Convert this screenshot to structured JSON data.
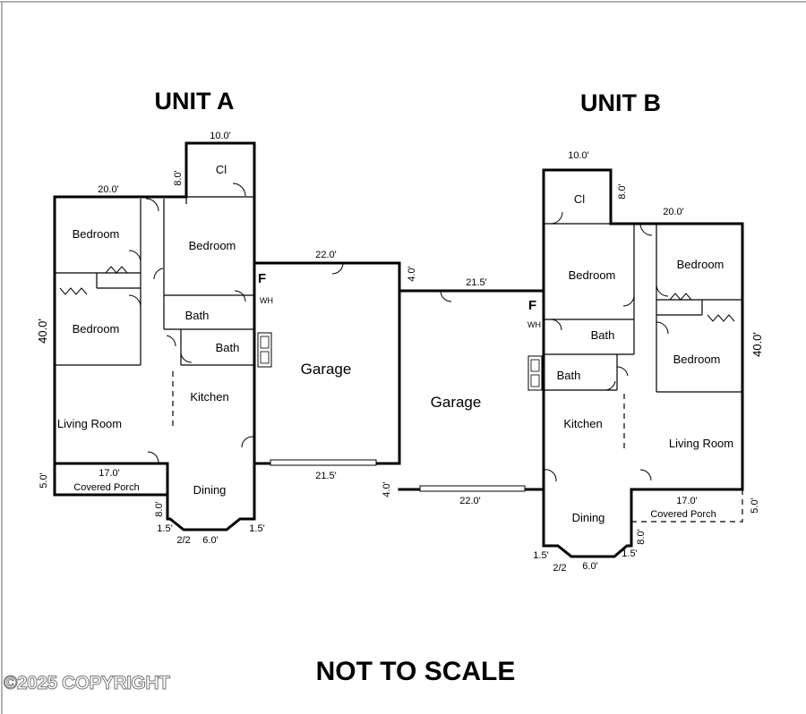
{
  "unit_a": {
    "title": "UNIT A",
    "rooms": {
      "closet": "Cl",
      "bedroom_top_left": "Bedroom",
      "bedroom_mid_left": "Bedroom",
      "bedroom_right": "Bedroom",
      "bath_upper": "Bath",
      "bath_lower": "Bath",
      "kitchen": "Kitchen",
      "living_room": "Living Room",
      "dining": "Dining",
      "covered_porch": "Covered Porch",
      "garage": "Garage"
    },
    "dims": {
      "closet_width": "10.0'",
      "closet_depth": "8.0'",
      "bedroom_width": "20.0'",
      "overall_depth": "40.0'",
      "porch_width": "17.0'",
      "porch_depth": "5.0'",
      "dining_depth": "8.0'",
      "bay_left": "1.5'",
      "bay_right": "1.5'",
      "bay_angle": "2/2",
      "bay_width": "6.0'",
      "garage_top": "22.0'",
      "garage_bottom": "21.5'",
      "garage_step": "4.0'"
    },
    "fireplace": "F",
    "water_heater": "WH"
  },
  "unit_b": {
    "title": "UNIT B",
    "rooms": {
      "closet": "Cl",
      "bedroom_left": "Bedroom",
      "bedroom_top_right": "Bedroom",
      "bedroom_mid_right": "Bedroom",
      "bath_upper": "Bath",
      "bath_lower": "Bath",
      "kitchen": "Kitchen",
      "living_room": "Living Room",
      "dining": "Dining",
      "covered_porch": "Covered Porch",
      "garage": "Garage"
    },
    "dims": {
      "closet_width": "10.0'",
      "closet_depth": "8.0'",
      "bedroom_width": "20.0'",
      "overall_depth": "40.0'",
      "porch_width": "17.0'",
      "porch_depth": "5.0'",
      "dining_depth": "8.0'",
      "bay_left": "1.5'",
      "bay_right": "1.5'",
      "bay_angle": "2/2",
      "bay_width": "6.0'",
      "garage_top": "21.5'",
      "garage_bottom": "22.0'",
      "garage_step": "4.0'"
    },
    "fireplace": "F",
    "water_heater": "WH"
  },
  "note": "NOT TO SCALE",
  "watermark": "©2025 COPYRIGHT"
}
